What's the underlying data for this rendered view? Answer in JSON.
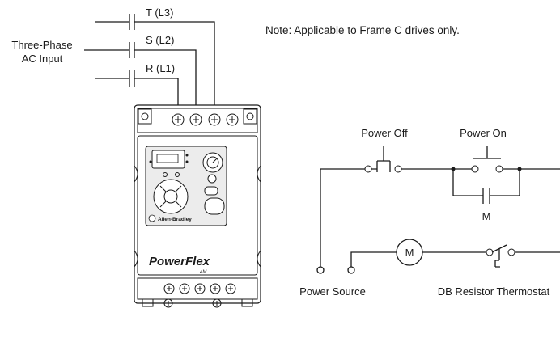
{
  "note": "Note: Applicable to Frame C drives only.",
  "input": {
    "label_line1": "Three-Phase",
    "label_line2": "AC Input",
    "phases": [
      "T (L3)",
      "S (L2)",
      "R (L1)"
    ]
  },
  "drive": {
    "brand": "Allen-Bradley",
    "product": "PowerFlex",
    "model": "4M"
  },
  "control_circuit": {
    "power_off_label": "Power Off",
    "power_on_label": "Power On",
    "contact_label": "M",
    "motor_label": "M",
    "power_source_label": "Power Source",
    "thermostat_label": "DB Resistor Thermostat"
  }
}
